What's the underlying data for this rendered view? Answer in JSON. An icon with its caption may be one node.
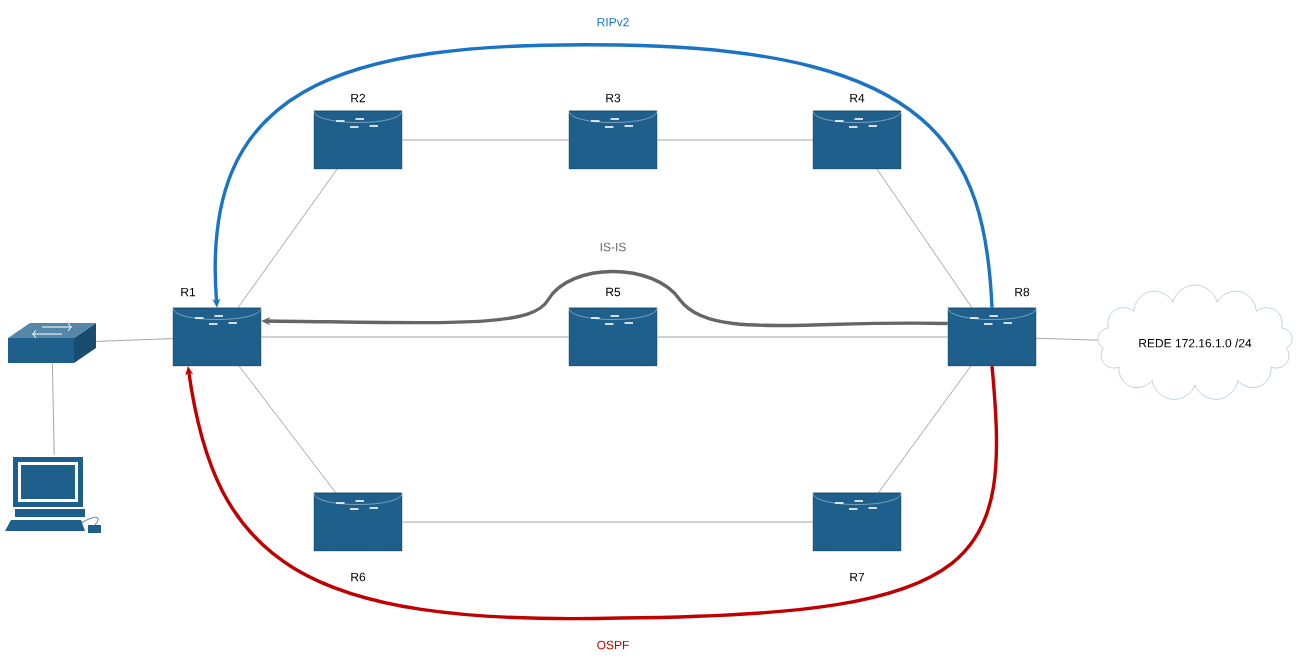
{
  "diagram": {
    "nodes": [
      {
        "text": [],
        "shape": "cylinder",
        "beside": [
          "R2"
        ]
      },
      {
        "text": [],
        "shape": "cylinder",
        "beside": [
          "R3"
        ]
      },
      {
        "text": [],
        "shape": "cylinder",
        "beside": [
          "R4"
        ]
      },
      {
        "text": [],
        "shape": "box"
      },
      {
        "text": [],
        "shape": "cylinder",
        "beside": [
          "R1"
        ]
      },
      {
        "text": [],
        "shape": "cylinder",
        "beside": [
          "R5"
        ]
      },
      {
        "text": [],
        "shape": "cylinder",
        "beside": [
          "R8"
        ]
      },
      {
        "text": [
          "REDE 172.16.1.0 /24"
        ]
      },
      {
        "text": [],
        "shape": "computer"
      },
      {
        "text": [],
        "shape": "cylinder",
        "beside": [
          "R6"
        ]
      },
      {
        "text": [],
        "shape": "cylinder",
        "beside": [
          "R7"
        ]
      }
    ],
    "edges": [
      {
        "from": 3,
        "to": 4,
        "arrow": "none"
      },
      {
        "from": 3,
        "to": 8,
        "arrow": "none"
      },
      {
        "from": 4,
        "to": 0,
        "arrow": "none"
      },
      {
        "from": 0,
        "to": 1,
        "arrow": "none"
      },
      {
        "from": 1,
        "to": 2,
        "arrow": "none"
      },
      {
        "from": 2,
        "to": 6,
        "arrow": "none"
      },
      {
        "from": 4,
        "to": 5,
        "arrow": "none"
      },
      {
        "from": 5,
        "to": 6,
        "arrow": "none"
      },
      {
        "from": 6,
        "to": 7,
        "arrow": "none"
      },
      {
        "from": 4,
        "to": 9,
        "arrow": "none"
      },
      {
        "from": 9,
        "to": 10,
        "arrow": "none"
      },
      {
        "from": 10,
        "to": 6,
        "arrow": "none"
      },
      {
        "from": 6,
        "to": 4,
        "arrow": "to",
        "label": "RIPv2",
        "style": "thick",
        "color": "#1a73c4"
      },
      {
        "from": 6,
        "to": 4,
        "arrow": "to",
        "label": "IS-IS",
        "style": "thick",
        "color": "#666666"
      },
      {
        "from": 6,
        "to": 4,
        "arrow": "to",
        "label": "OSPF",
        "style": "thick",
        "color": "#c00000"
      }
    ]
  }
}
